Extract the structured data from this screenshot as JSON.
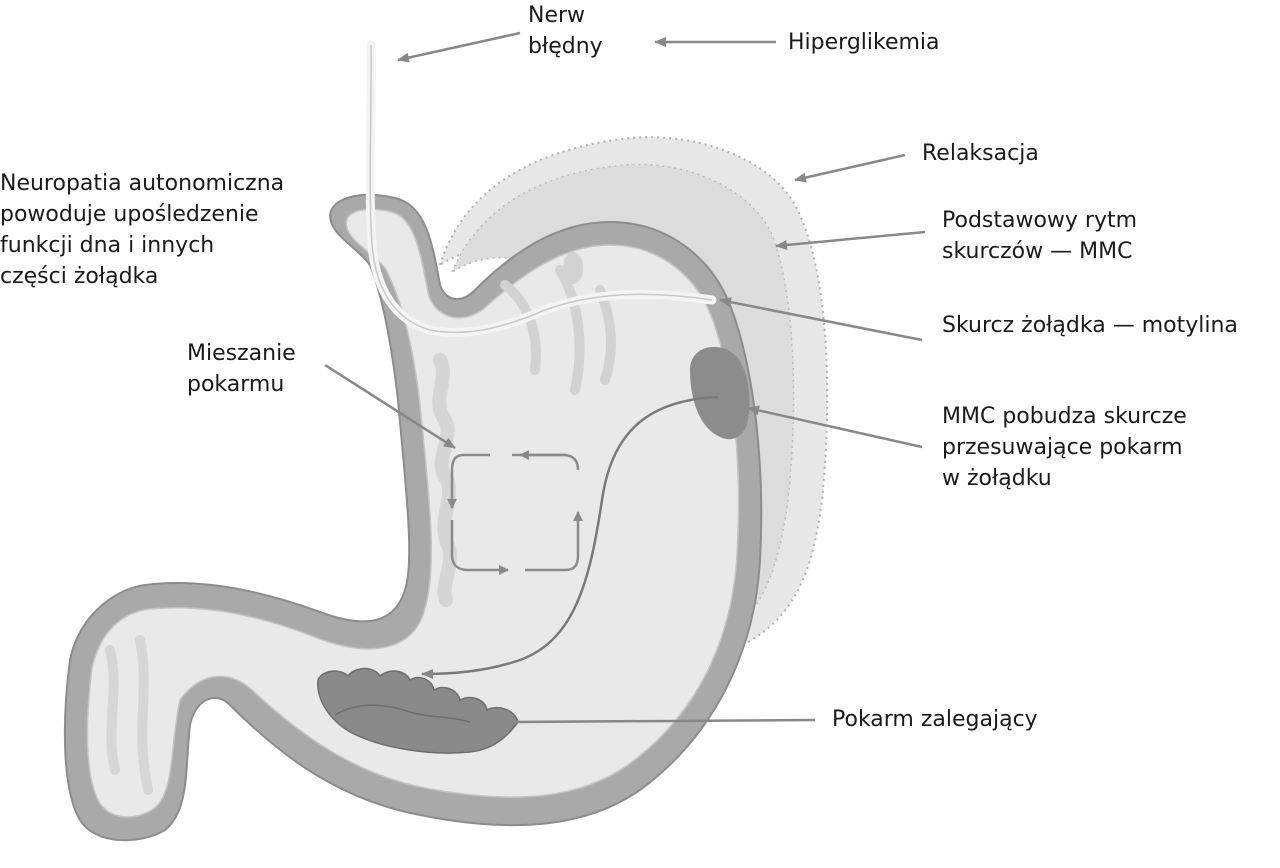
{
  "colors": {
    "background": "#ffffff",
    "stomach_fill": "#d9d9d9",
    "stomach_inner": "#ececec",
    "wall_dark": "#a9a9a9",
    "relaxation_zone": "#e6e6e6",
    "mmc_spot": "#8c8c8c",
    "food_residue": "#8a8a8a",
    "arrow": "#888888",
    "text": "#1a1a1a"
  },
  "labels": {
    "nerve": [
      "Nerw",
      "błędny"
    ],
    "hyperglycemia": "Hiperglikemia",
    "neuropathy": [
      "Neuropatia autonomiczna",
      "powoduje upośledzenie",
      "funkcji dna i innych",
      "części żołądka"
    ],
    "relaxation": "Relaksacja",
    "basal_rhythm": [
      "Podstawowy rytm",
      "skurczów — MMC"
    ],
    "contraction": "Skurcz żołądka — motylina",
    "mixing": [
      "Mieszanie",
      "pokarmu"
    ],
    "mmc_stimulates": [
      "MMC pobudza skurcze",
      "przesuwające pokarm",
      "w żołądku"
    ],
    "residual_food": "Pokarm zalegający"
  },
  "icons": {
    "stomach": "stomach-illustration",
    "vagus_nerve": "nerve-strand",
    "mixing_cycle": "circular-arrows",
    "food": "food-residue"
  }
}
